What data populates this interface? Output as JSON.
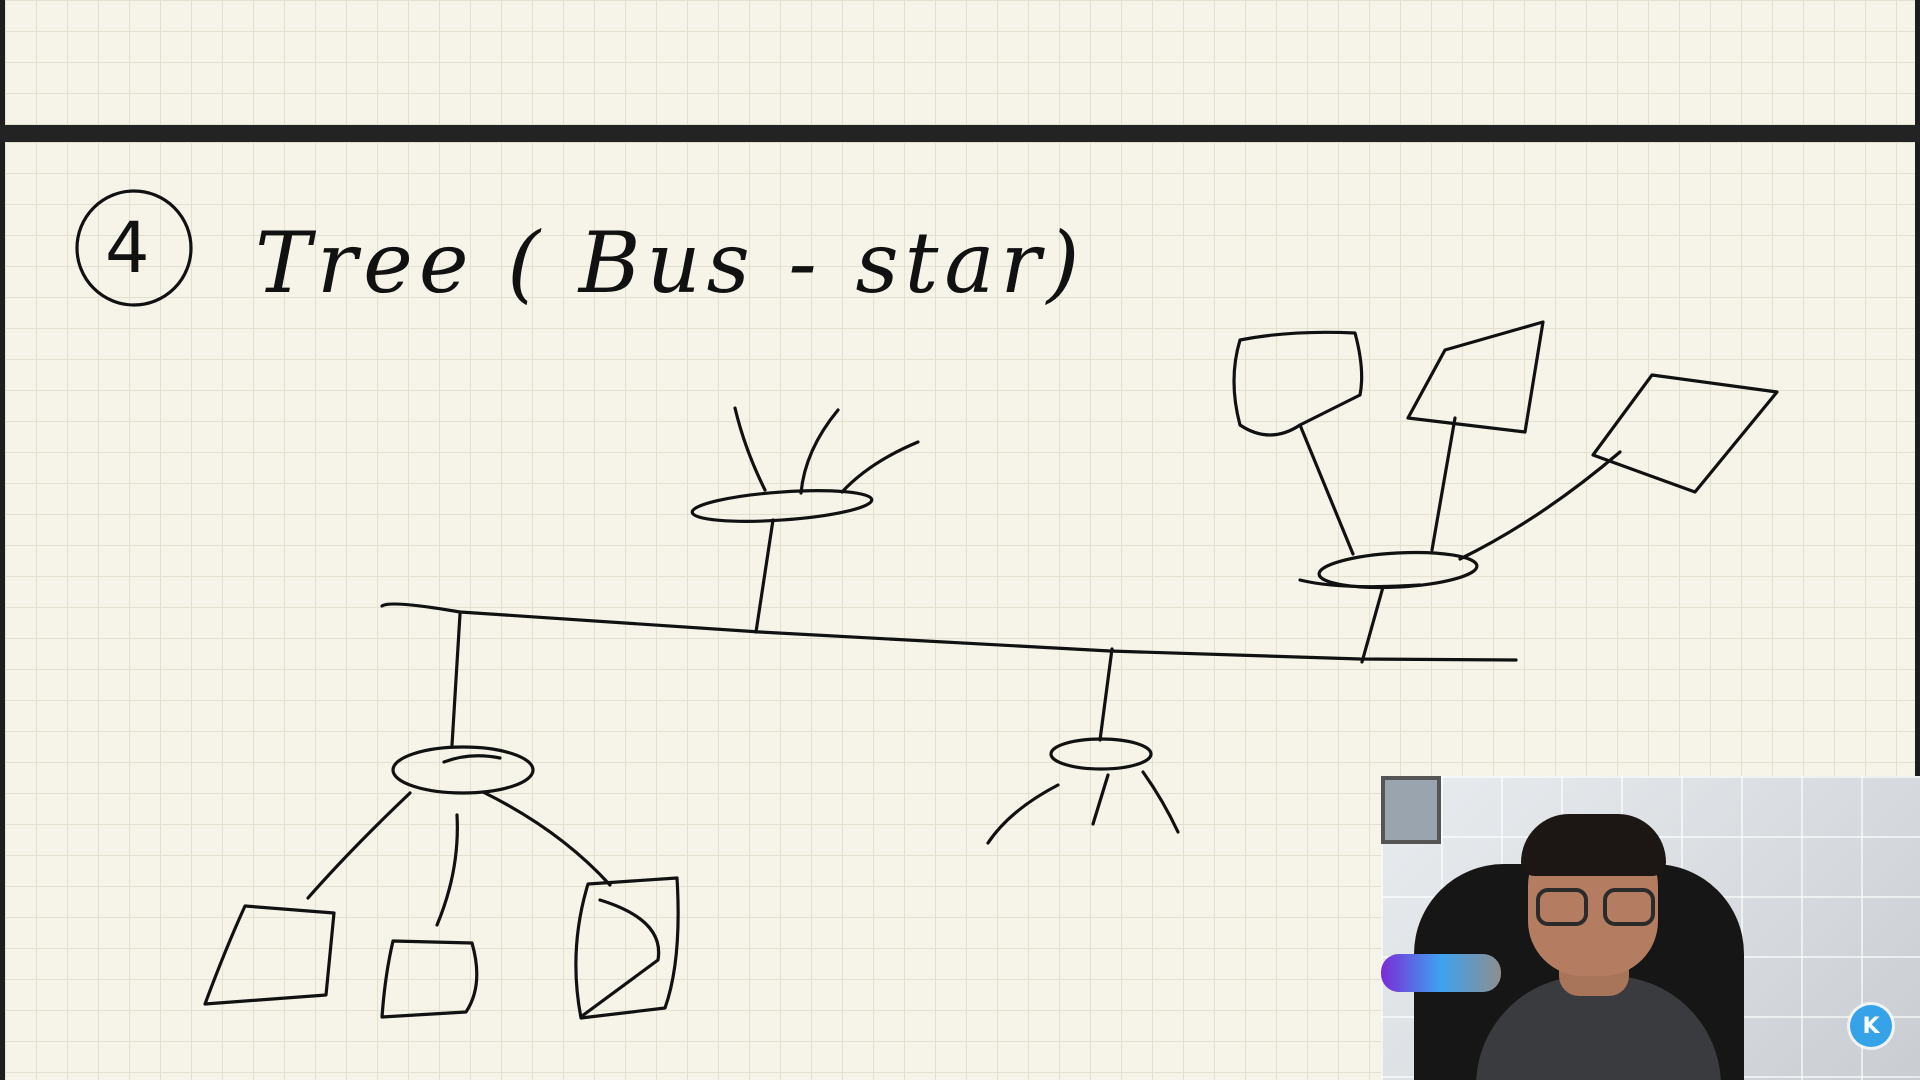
{
  "whiteboard": {
    "heading_number": "4",
    "heading_text": "Tree ( Bus - star)"
  },
  "webcam": {
    "logo_text": "K"
  },
  "colors": {
    "paper": "#f6f4e8",
    "grid": "#e2e0cf",
    "ink": "#111111",
    "divider": "#232323",
    "logo": "#36a3e8"
  }
}
